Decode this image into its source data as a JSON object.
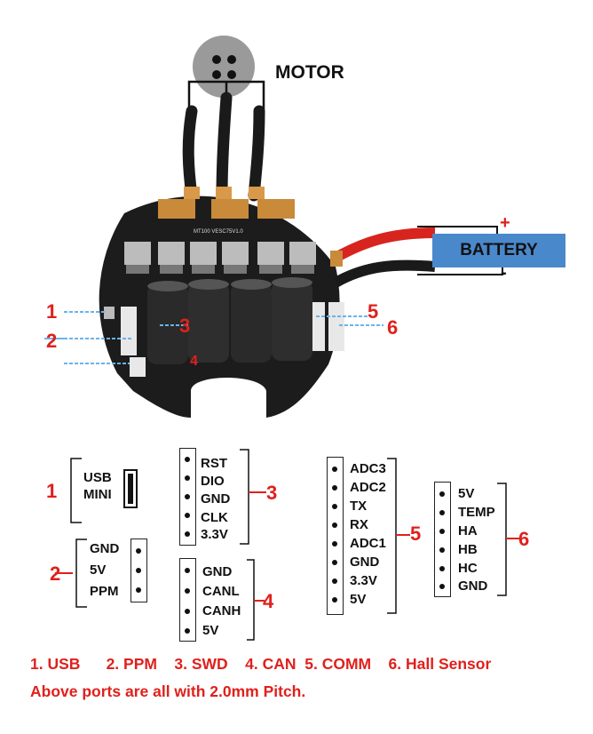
{
  "motor_label": "MOTOR",
  "battery_label": "BATTERY",
  "battery_plus": "+",
  "battery_minus": "-",
  "board_text": "MT100 VESC75V1.0",
  "port_numbers": [
    "1",
    "2",
    "3",
    "4",
    "5",
    "6"
  ],
  "ports": {
    "usb": {
      "number": "1",
      "pins": [
        "USB",
        "MINI"
      ]
    },
    "ppm": {
      "number": "2",
      "pins": [
        "GND",
        "5V",
        "PPM"
      ]
    },
    "swd": {
      "number": "3",
      "pins": [
        "RST",
        "DIO",
        "GND",
        "CLK",
        "3.3V"
      ]
    },
    "can": {
      "number": "4",
      "pins": [
        "GND",
        "CANL",
        "CANH",
        "5V"
      ]
    },
    "comm": {
      "number": "5",
      "pins": [
        "ADC3",
        "ADC2",
        "TX",
        "RX",
        "ADC1",
        "GND",
        "3.3V",
        "5V"
      ]
    },
    "hall": {
      "number": "6",
      "pins": [
        "5V",
        "TEMP",
        "HA",
        "HB",
        "HC",
        "GND"
      ]
    }
  },
  "legend_line1": "1. USB      2. PPM    3. SWD    4. CAN  5. COMM    6. Hall Sensor",
  "legend_line2": "Above ports are all with 2.0mm Pitch.",
  "colors": {
    "accent_red": "#e0201c",
    "battery_blue": "#4a88cc",
    "board": "#1c1c1c"
  }
}
